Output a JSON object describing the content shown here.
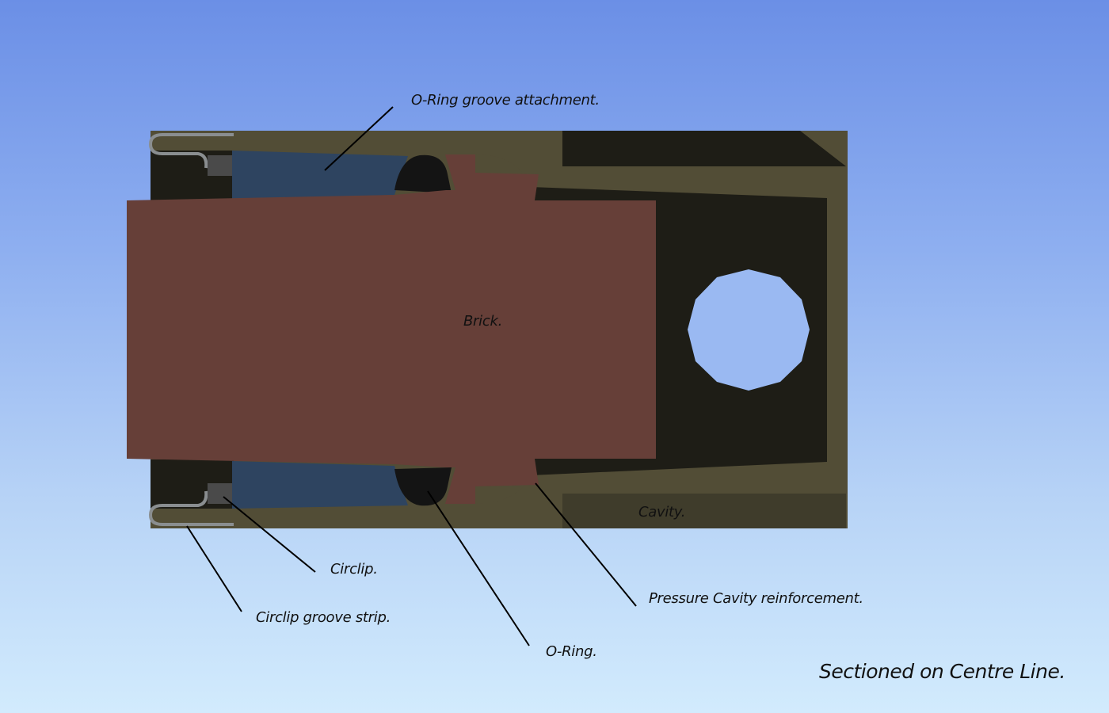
{
  "labels": {
    "oring_groove": "O-Ring groove attachment.",
    "brick": "Brick.",
    "cavity": "Cavity.",
    "circlip": "Circlip.",
    "circlip_groove_strip": "Circlip groove strip.",
    "pressure_cavity": "Pressure Cavity reinforcement.",
    "oring": "O-Ring.",
    "sectioned": "Sectioned on Centre Line."
  },
  "colors": {
    "housing": "#524d36",
    "housing_dark": "#1e1d16",
    "brick": "#663f38",
    "groove_attachment": "#2e4460",
    "oring": "#141414",
    "circlip": "#4a4a4a",
    "circlip_strip": "#8a8e90",
    "hole": "#9ab9f2",
    "leader": "#000000"
  }
}
